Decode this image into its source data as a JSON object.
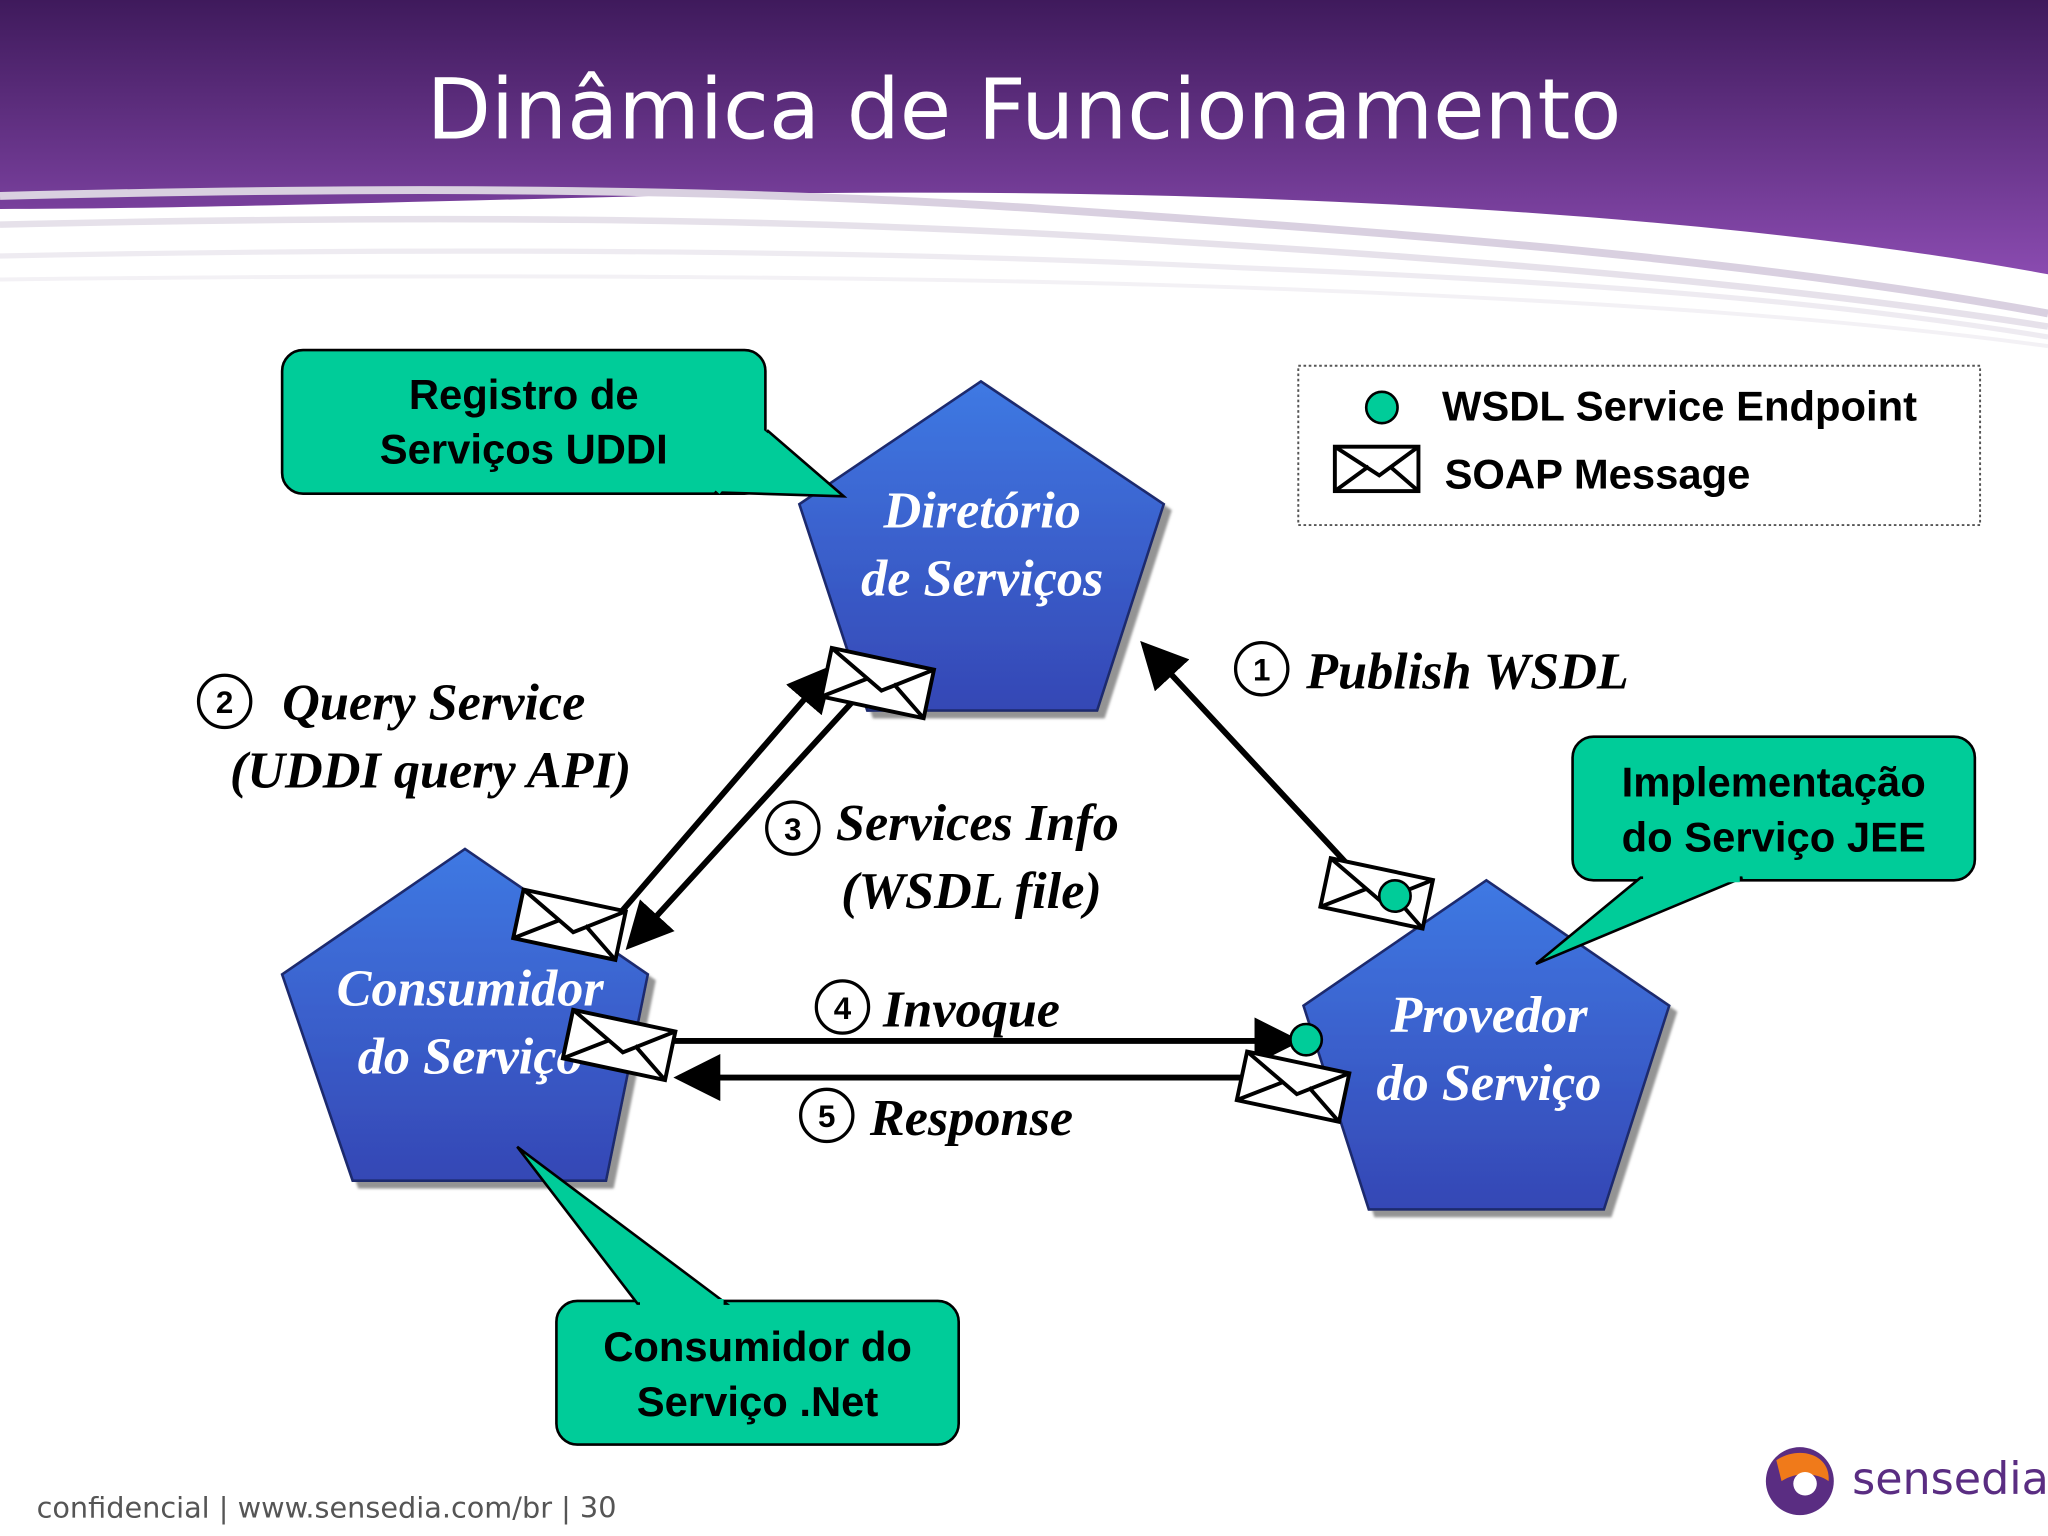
{
  "title": "Dinâmica de Funcionamento",
  "colors": {
    "header_dark": "#3f1a5c",
    "header_light": "#8a4bb0",
    "callout_fill": "#00cc99",
    "node_top": "#3f79e3",
    "node_bottom": "#3547b5",
    "endpoint": "#00cc99",
    "brand": "#5a2d82"
  },
  "callouts": {
    "registry": [
      "Registro de",
      "Serviços UDDI"
    ],
    "provider_impl": [
      "Implementação",
      "do Serviço JEE"
    ],
    "consumer_net": [
      "Consumidor do",
      "Serviço .Net"
    ]
  },
  "nodes": {
    "directory": [
      "Diretório",
      "de Serviços"
    ],
    "consumer": [
      "Consumidor",
      "do Serviço"
    ],
    "provider": [
      "Provedor",
      "do Serviço"
    ]
  },
  "legend": {
    "endpoint_label": "WSDL Service Endpoint",
    "endpoint_icon": "endpoint-dot-icon",
    "message_label": "SOAP Message",
    "message_icon": "envelope-icon"
  },
  "steps": [
    {
      "num": "1",
      "lines": [
        "Publish WSDL"
      ]
    },
    {
      "num": "2",
      "lines": [
        "Query Service",
        "(UDDI query API)"
      ]
    },
    {
      "num": "3",
      "lines": [
        "Services Info",
        "(WSDL file)"
      ]
    },
    {
      "num": "4",
      "lines": [
        "Invoque"
      ]
    },
    {
      "num": "5",
      "lines": [
        "Response"
      ]
    }
  ],
  "footer": {
    "text": "confidencial | www.sensedia.com/br | 30",
    "brand": "sensedia",
    "brand_icon": "sensedia-logo-icon"
  }
}
